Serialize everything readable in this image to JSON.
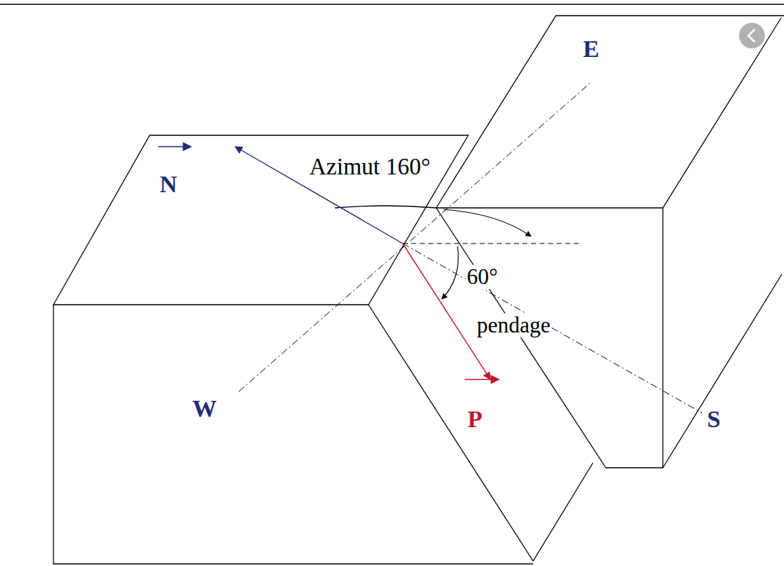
{
  "diagram": {
    "labels": [
      "E",
      "N",
      "Azimut 160°",
      "60°",
      "pendage",
      "W",
      "P",
      "S"
    ]
  }
}
